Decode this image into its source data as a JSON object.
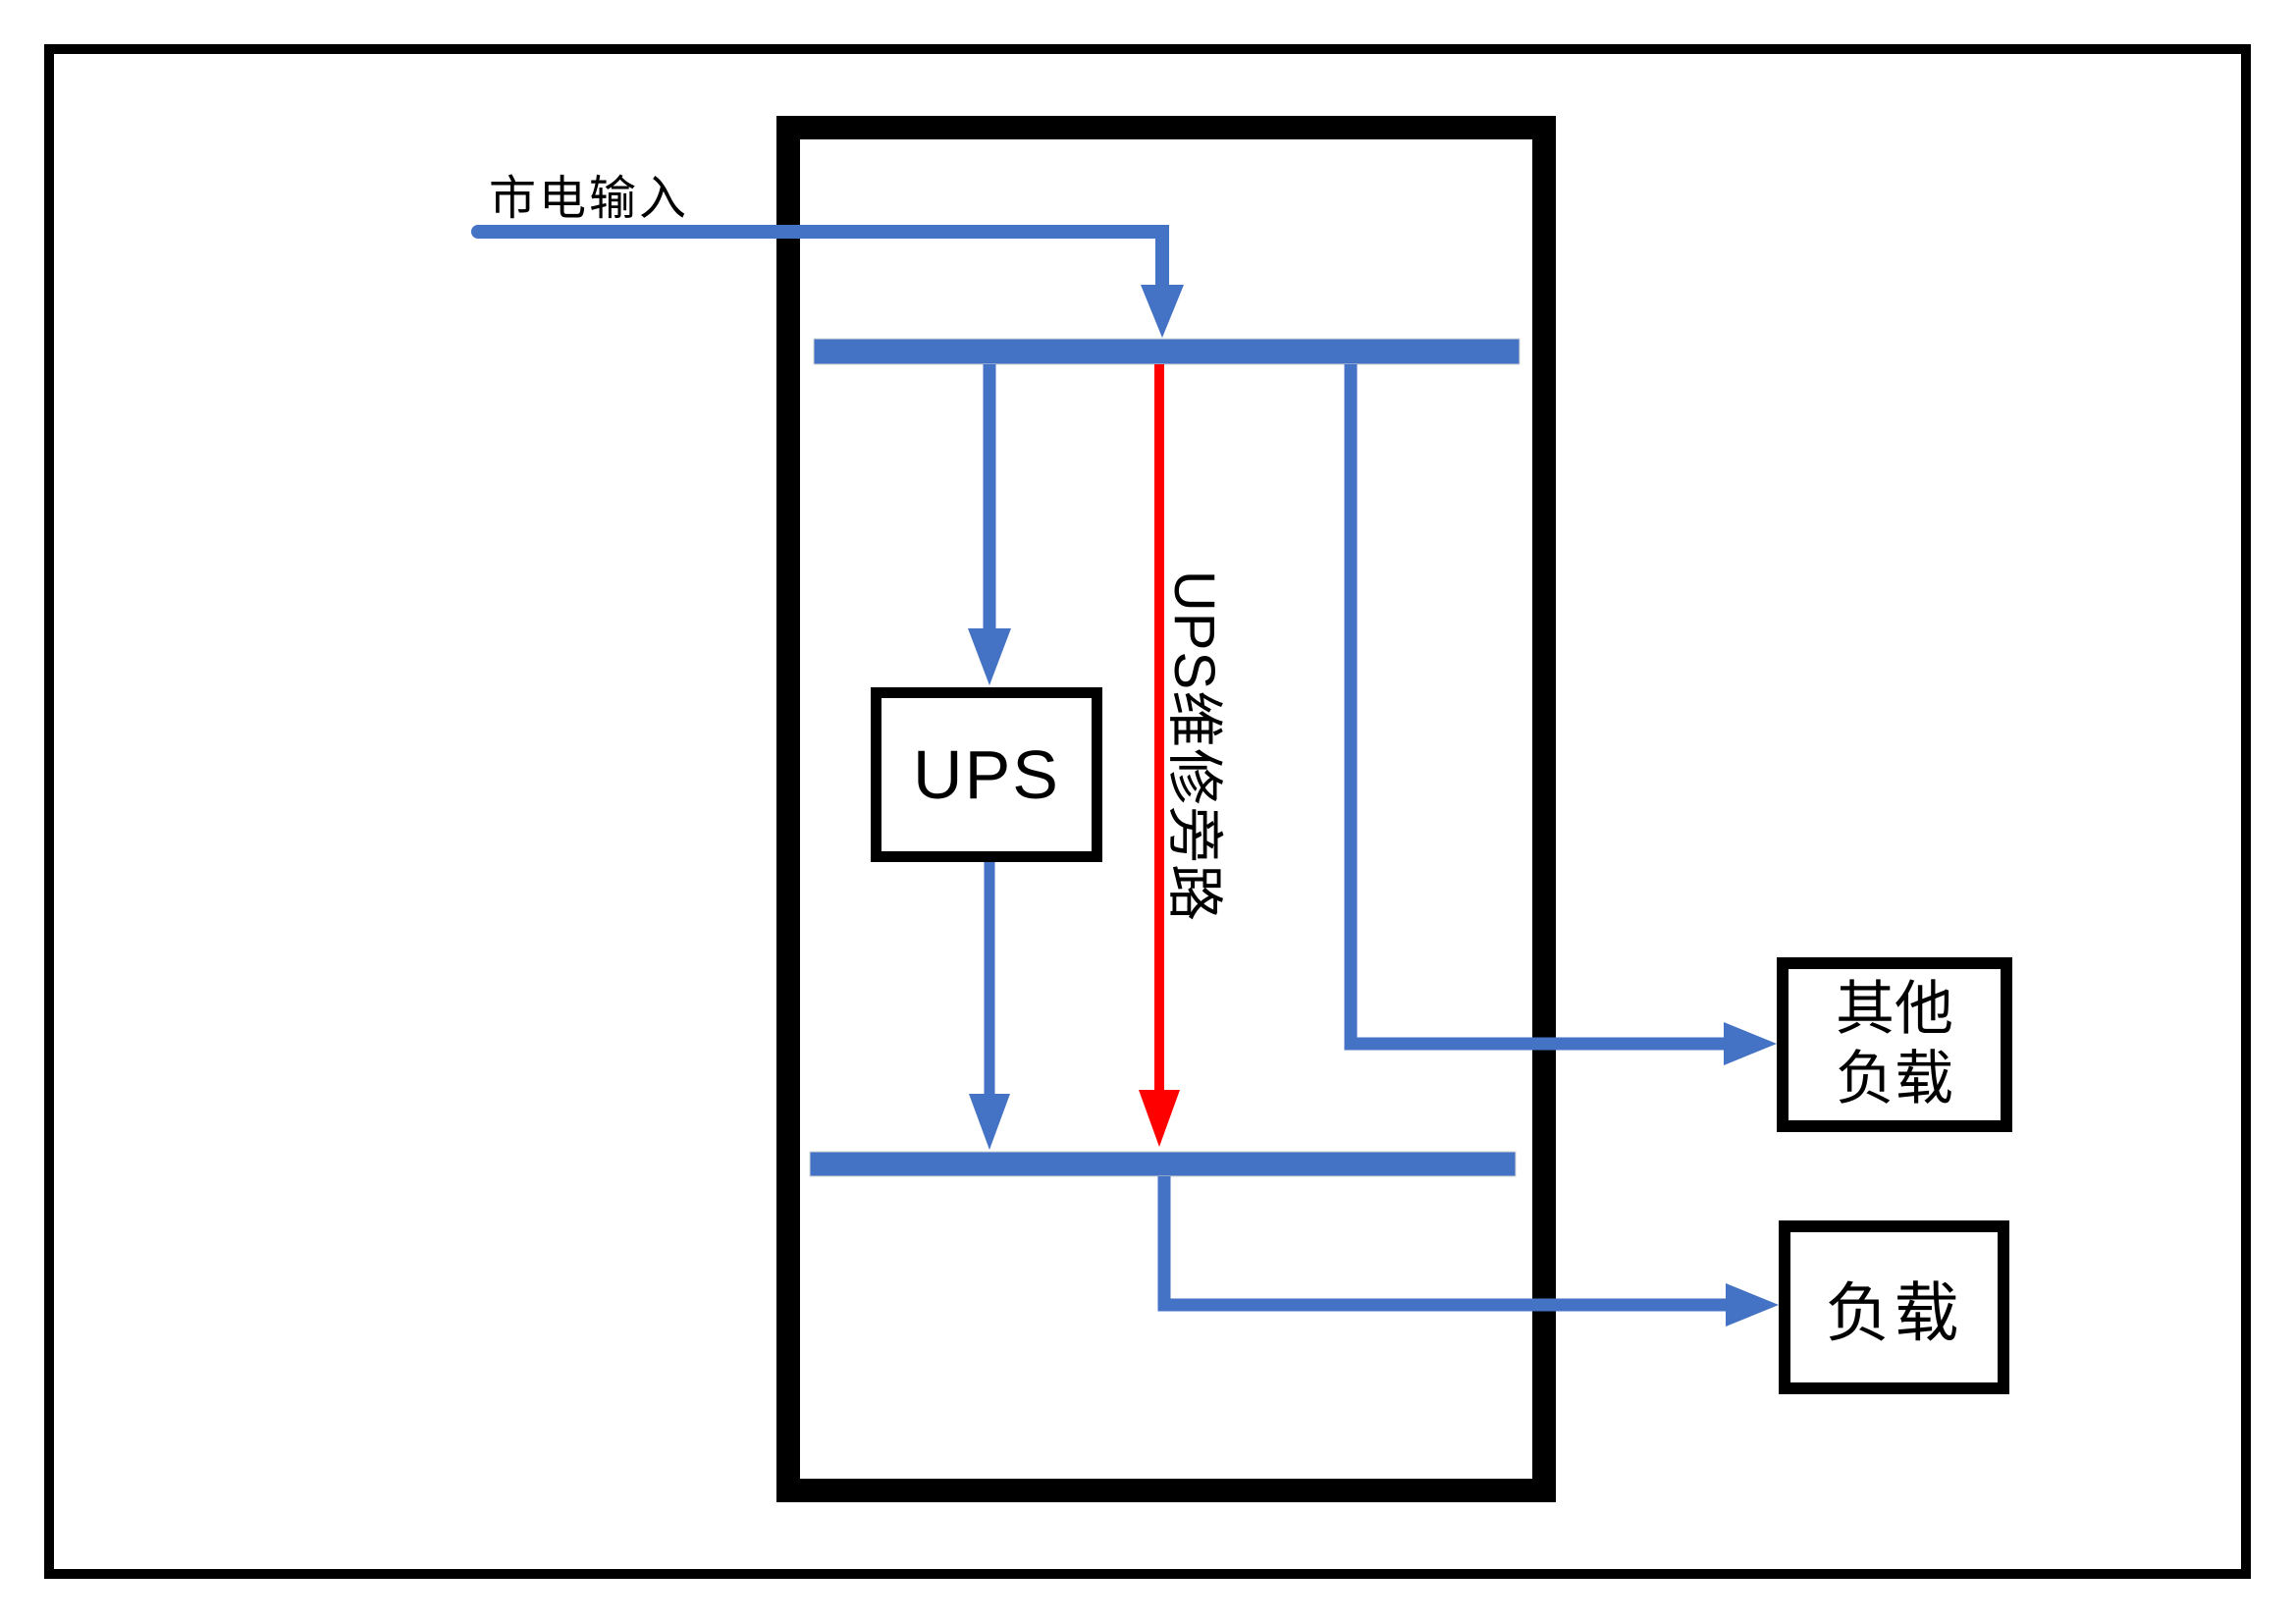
{
  "diagram": {
    "mains_input_label": "市电输入",
    "bypass_label": "UPS维修旁路",
    "ups_box_label": "UPS",
    "other_load_box": {
      "line1": "其他",
      "line2": "负载"
    },
    "load_box_label": "负载",
    "colors": {
      "connector_blue": "#4472C4",
      "bypass_red": "#FF0000",
      "box_black": "#000000"
    }
  }
}
